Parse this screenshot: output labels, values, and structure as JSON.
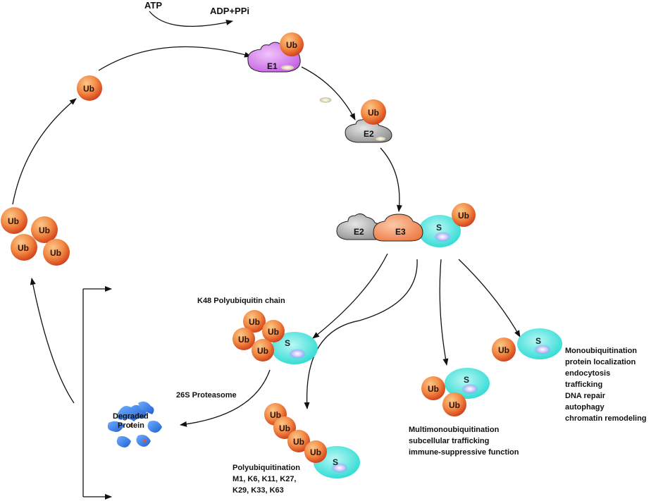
{
  "labels": {
    "atp": "ATP",
    "adp_ppi": "ADP+PPi",
    "e1": "E1",
    "e2": "E2",
    "e3": "E3",
    "ub": "Ub",
    "substrate": "S",
    "k48_chain": "K48  Polyubiquitin  chain",
    "proteasome": "26S Proteasome",
    "degraded_line1": "Degraded",
    "degraded_line2": "Protein"
  },
  "outcomes": {
    "poly": [
      "Polyubiquitination",
      "M1, K6, K11, K27,",
      "K29, K33, K63"
    ],
    "multi": [
      "Multimonoubiquitination",
      "subcellular trafficking",
      "immune-suppressive function"
    ],
    "mono": [
      "Monoubiquitination",
      "protein localization",
      "endocytosis",
      "trafficking",
      "DNA repair",
      "autophagy",
      "chromatin remodeling"
    ]
  },
  "colors": {
    "ub_light": "#f6a45a",
    "ub_dark": "#d8451a",
    "e1": "#d782ee",
    "e2": "#a4a4a4",
    "e3": "#f39b6b",
    "substrate": "#36e3dc",
    "proteasome": "#3a84e6"
  }
}
